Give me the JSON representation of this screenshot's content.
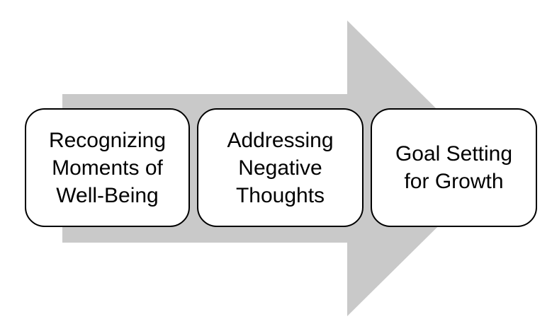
{
  "colors": {
    "background": "#FFFFFF",
    "arrow_fill": "#C9C9C9",
    "box_fill": "#FFFFFF",
    "box_border": "#000000",
    "text": "#000000"
  },
  "diagram": {
    "type": "process-arrow",
    "direction": "right",
    "steps": [
      {
        "label": "Recognizing Moments of Well-Being",
        "lines": [
          "Recognizing",
          "Moments of",
          "Well-Being"
        ]
      },
      {
        "label": "Addressing Negative Thoughts",
        "lines": [
          "Addressing",
          "Negative",
          "Thoughts"
        ]
      },
      {
        "label": "Goal Setting for Growth",
        "lines": [
          "Goal Setting",
          "for Growth",
          ""
        ]
      }
    ]
  }
}
